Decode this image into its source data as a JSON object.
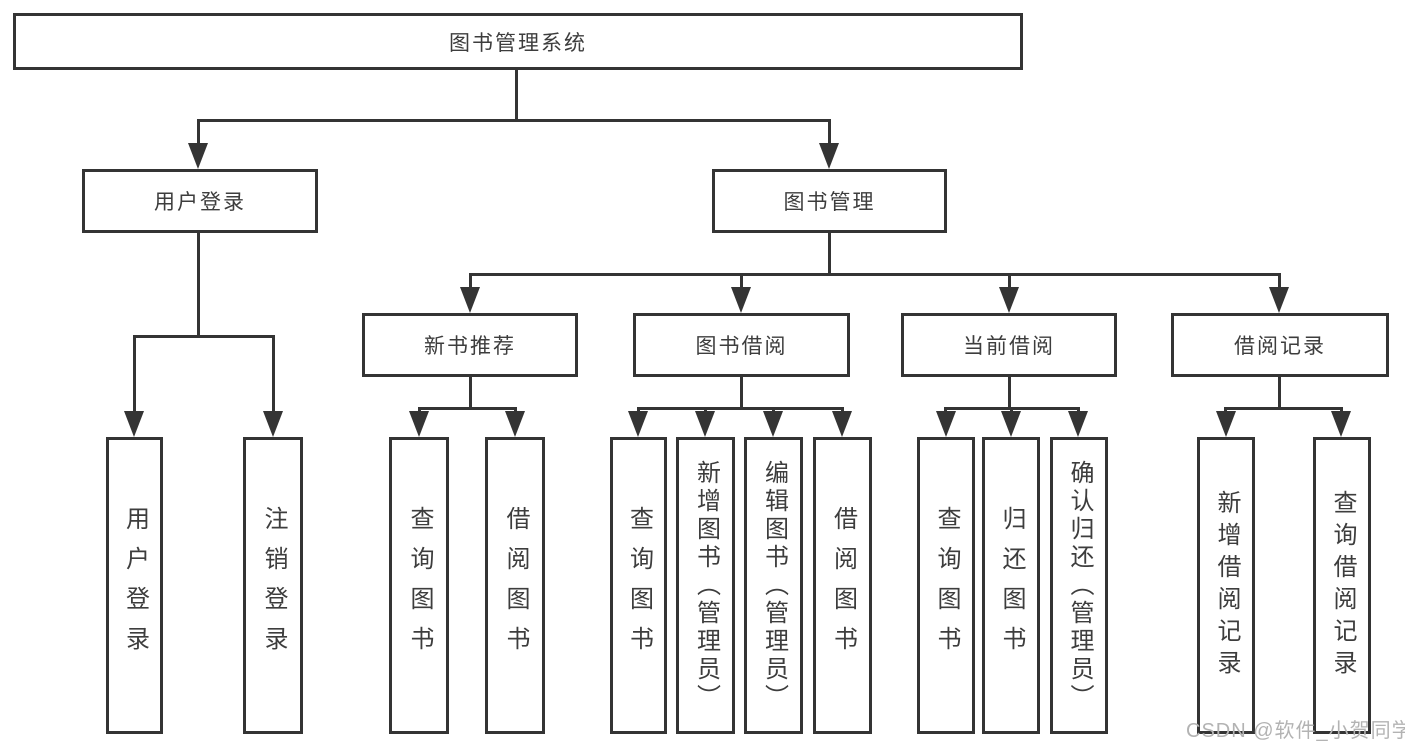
{
  "title": "图书管理系统",
  "colors": {
    "line": "#343434",
    "text": "#3d3d3d",
    "box_background": "#ffffff",
    "watermark": "#b3b3b3"
  },
  "root": {
    "label": "图书管理系统"
  },
  "level2": [
    {
      "label": "用户登录",
      "parent": "图书管理系统"
    },
    {
      "label": "图书管理",
      "parent": "图书管理系统"
    }
  ],
  "level3": [
    {
      "label": "新书推荐",
      "parent": "图书管理"
    },
    {
      "label": "图书借阅",
      "parent": "图书管理"
    },
    {
      "label": "当前借阅",
      "parent": "图书管理"
    },
    {
      "label": "借阅记录",
      "parent": "图书管理"
    }
  ],
  "leaves": [
    {
      "label": "用户登录",
      "parent": "用户登录"
    },
    {
      "label": "注销登录",
      "parent": "用户登录"
    },
    {
      "label": "查询图书",
      "parent": "新书推荐"
    },
    {
      "label": "借阅图书",
      "parent": "新书推荐"
    },
    {
      "label": "查询图书",
      "parent": "图书借阅"
    },
    {
      "label": "新增图书（管理员）",
      "parent": "图书借阅"
    },
    {
      "label": "编辑图书（管理员）",
      "parent": "图书借阅"
    },
    {
      "label": "借阅图书",
      "parent": "图书借阅"
    },
    {
      "label": "查询图书",
      "parent": "当前借阅"
    },
    {
      "label": "归还图书",
      "parent": "当前借阅"
    },
    {
      "label": "确认归还（管理员）",
      "parent": "当前借阅"
    },
    {
      "label": "新增借阅记录",
      "parent": "借阅记录"
    },
    {
      "label": "查询借阅记录",
      "parent": "借阅记录"
    }
  ],
  "watermark": "CSDN @软件_小贺同学"
}
